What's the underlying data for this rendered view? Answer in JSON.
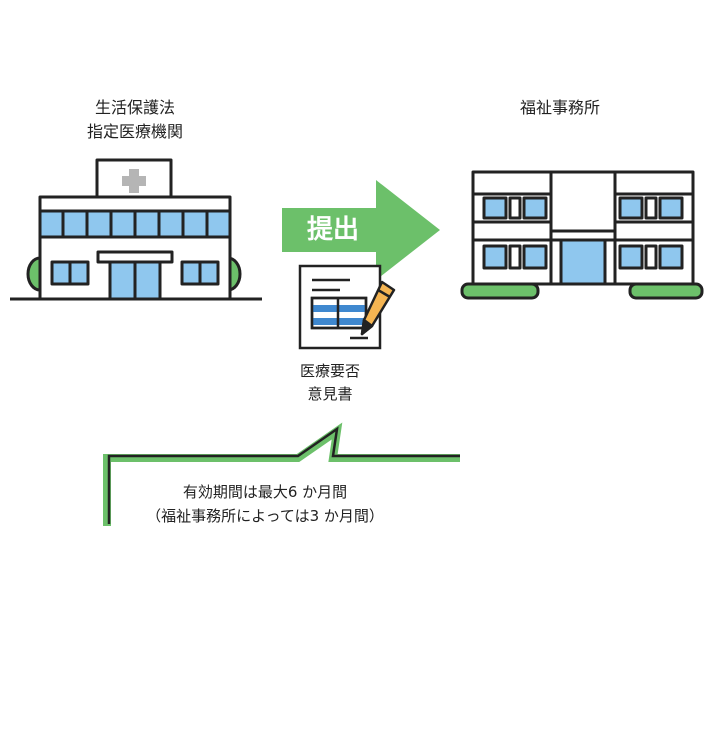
{
  "hospital": {
    "line1": "生活保護法",
    "line2": "指定医療機関"
  },
  "welfare_office": {
    "label": "福祉事務所"
  },
  "arrow": {
    "label": "提出"
  },
  "document": {
    "line1": "医療要否",
    "line2": "意見書"
  },
  "note": {
    "line1": "有効期間は最大6 か月間",
    "line2": "（福祉事務所によっては3 か月間）"
  },
  "colors": {
    "green": "#6cc06a",
    "light_blue": "#8fc7ee",
    "blue": "#3f88cf",
    "pencil": "#f5b552",
    "gray_cross": "#b5b5b5"
  },
  "icons": [
    "hospital-building-icon",
    "welfare-office-building-icon",
    "submit-arrow-icon",
    "document-form-icon",
    "pencil-icon",
    "tree-icon"
  ]
}
